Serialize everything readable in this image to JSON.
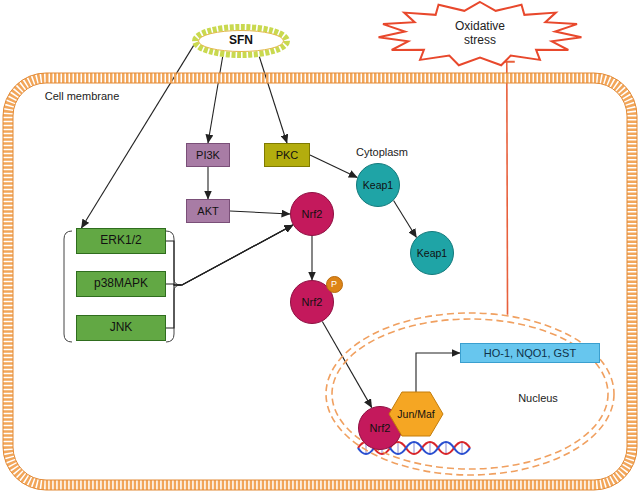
{
  "diagram": {
    "nodes": [
      {
        "text": [
          "SFN"
        ]
      },
      {
        "text": [
          "Oxidative stress"
        ]
      },
      {
        "text": [
          "Cell membrane",
          "Cytoplasm"
        ]
      },
      {
        "text": [
          "PI3K"
        ],
        "in": 2
      },
      {
        "text": [
          "PKC"
        ],
        "in": 2
      },
      {
        "text": [
          "AKT"
        ],
        "in": 2
      },
      {
        "text": [
          "Keap1"
        ],
        "in": 2
      },
      {
        "text": [
          "Nrf2"
        ],
        "in": 2
      },
      {
        "text": [
          "ERK1/2"
        ],
        "in": 2
      },
      {
        "text": [
          "Keap1"
        ],
        "in": 2
      },
      {
        "text": [
          "p38MAPK"
        ],
        "in": 2
      },
      {
        "text": [
          "Nrf2"
        ],
        "in": 2
      },
      {
        "text": [
          "P"
        ],
        "in": 2
      },
      {
        "text": [
          "JNK"
        ],
        "in": 2
      },
      {
        "text": [
          "Nucleus"
        ],
        "in": 2
      },
      {
        "text": [
          "HO-1, NQO1, GST"
        ],
        "in": 14
      },
      {
        "text": [
          "Nrf2"
        ],
        "in": 14
      },
      {
        "text": [
          "Jun/Maf"
        ],
        "in": 14
      }
    ],
    "edges": [
      {
        "from": 0,
        "to": 8,
        "arrow": "to"
      },
      {
        "from": 0,
        "to": 3,
        "arrow": "to"
      },
      {
        "from": 0,
        "to": 4,
        "arrow": "to"
      },
      {
        "from": 3,
        "to": 5,
        "arrow": "to"
      },
      {
        "from": 5,
        "to": 7,
        "arrow": "to"
      },
      {
        "from": 4,
        "to": 6,
        "arrow": "to"
      },
      {
        "from": 8,
        "to": 7,
        "arrow": "to"
      },
      {
        "from": 10,
        "to": 7,
        "arrow": "to"
      },
      {
        "from": 13,
        "to": 7,
        "arrow": "to"
      },
      {
        "from": 6,
        "to": 9,
        "arrow": "to"
      },
      {
        "from": 7,
        "to": 11,
        "arrow": "to"
      },
      {
        "from": 11,
        "to": 16,
        "arrow": "to"
      },
      {
        "from": 17,
        "to": 15,
        "arrow": "to"
      },
      {
        "from": 14,
        "to": 1,
        "arrow": "to"
      }
    ]
  }
}
